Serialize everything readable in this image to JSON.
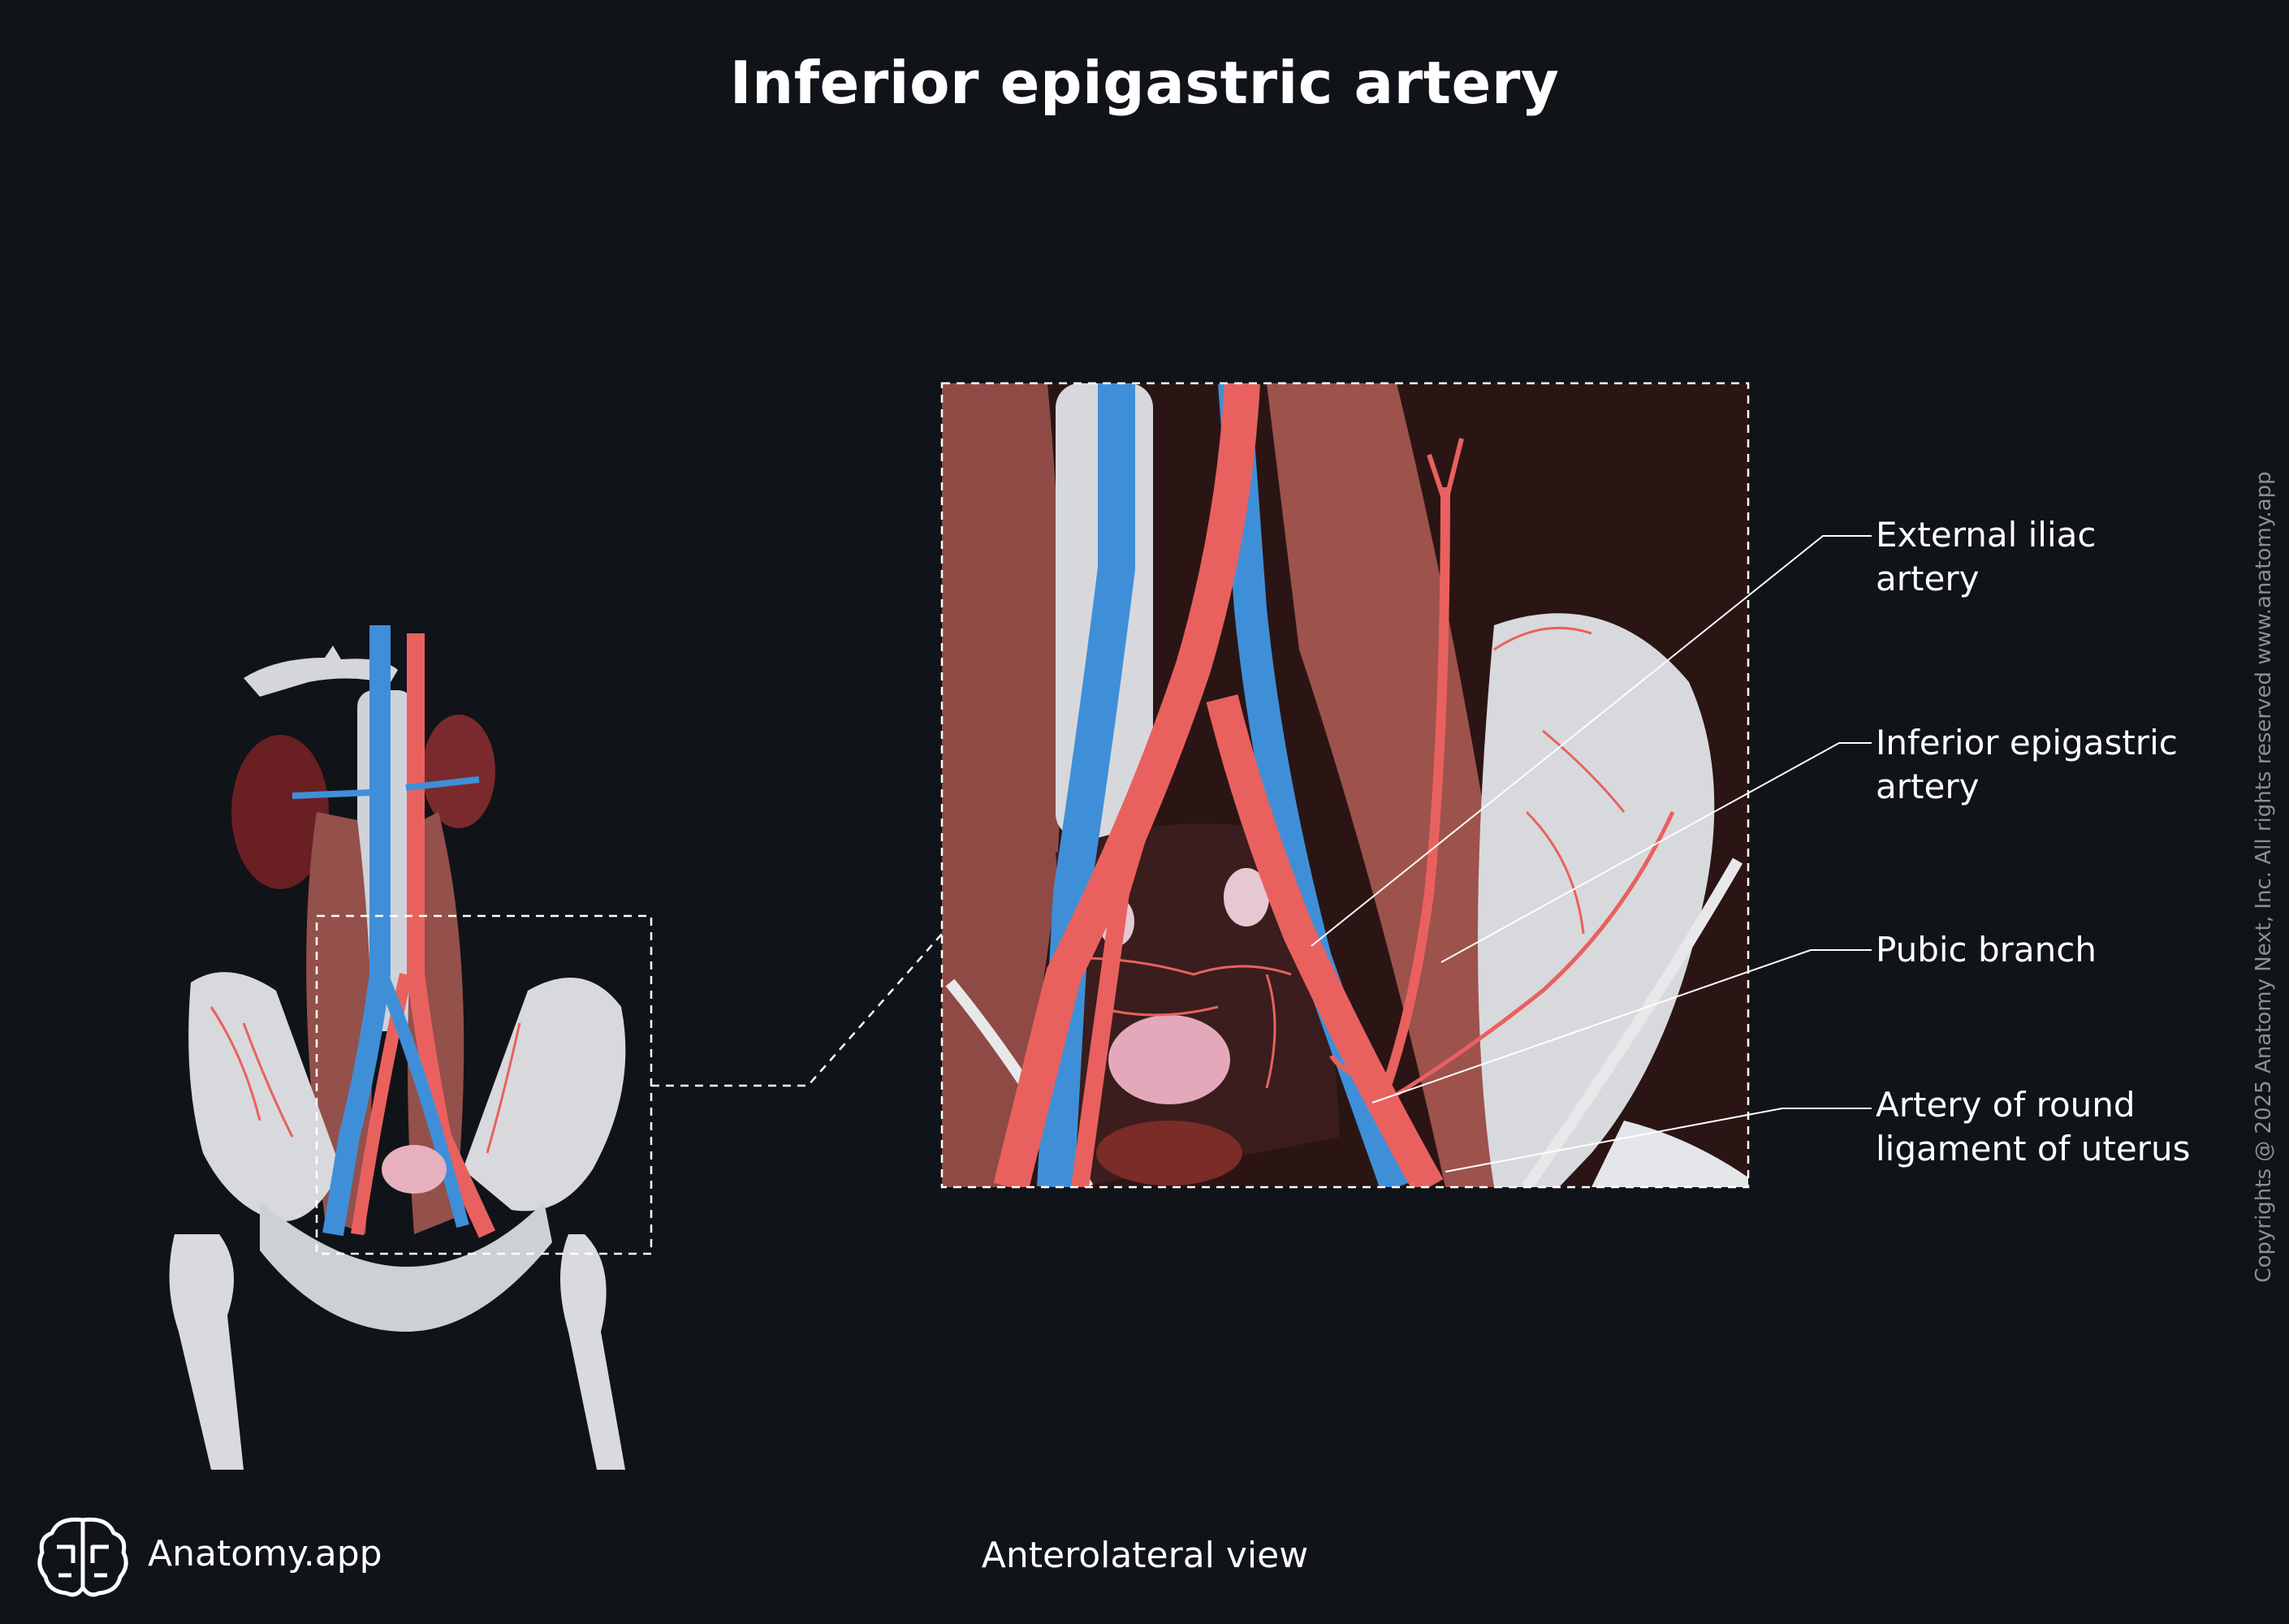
{
  "title": "Inferior epigastric artery",
  "view_caption": "Anterolateral view",
  "brand": {
    "name": "Anatomy.app",
    "logo_icon": "brain-icon"
  },
  "copyright": "Copyrights @ 2025 Anatomy Next, Inc. All rights reserved www.anatomy.app",
  "labels": {
    "external_iliac": [
      "External iliac",
      "artery"
    ],
    "inferior_epigastric": [
      "Inferior epigastric",
      "artery"
    ],
    "pubic_branch": [
      "Pubic branch"
    ],
    "round_ligament": [
      "Artery of round",
      "ligament of uterus"
    ]
  },
  "colors": {
    "background": "#101318",
    "artery": "#e9615e",
    "vein": "#3f8fd8",
    "muscle": "#9a4f49",
    "bone": "#d8d9dd",
    "leader_line": "#ffffff"
  }
}
